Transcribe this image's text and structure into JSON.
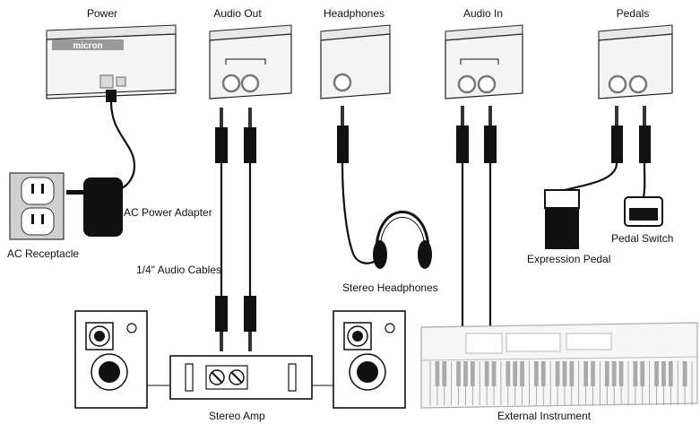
{
  "labels": {
    "power": "Power",
    "audio_out": "Audio Out",
    "headphones": "Headphones",
    "audio_in": "Audio In",
    "pedals": "Pedals",
    "ac_power_adapter": "AC Power Adapter",
    "ac_receptacle": "AC Receptacle",
    "audio_cables": "1/4\" Audio Cables",
    "stereo_headphones": "Stereo Headphones",
    "expression_pedal": "Expression Pedal",
    "pedal_switch": "Pedal Switch",
    "stereo_amp": "Stereo Amp",
    "external_instrument": "External Instrument"
  },
  "logo": {
    "brand": "micron"
  },
  "colors": {
    "line": "#111111",
    "panel": "#f4f4f4",
    "jack": "#777777"
  }
}
